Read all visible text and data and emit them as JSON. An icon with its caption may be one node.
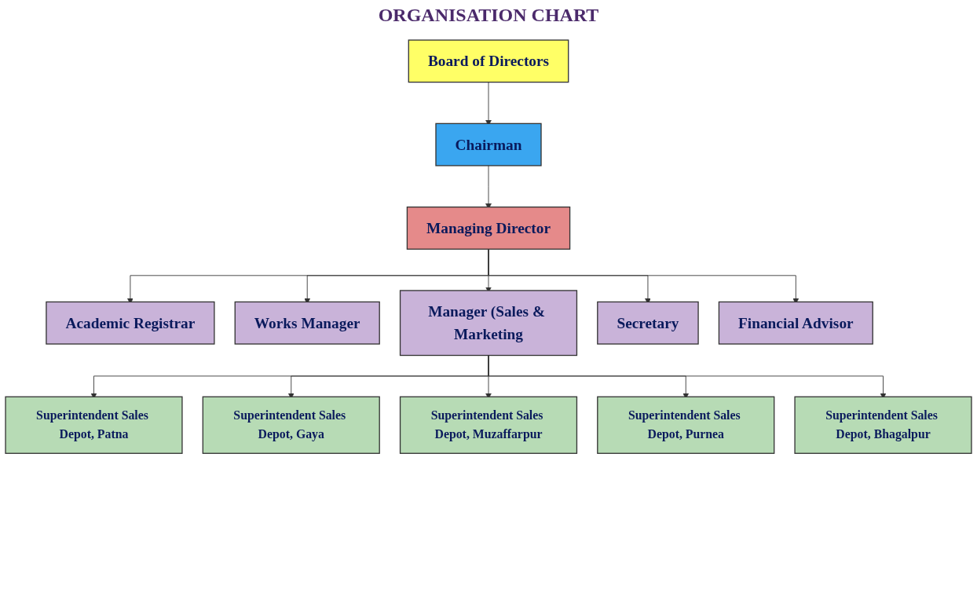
{
  "diagram": {
    "title": "ORGANISATION CHART",
    "nodes": [
      {
        "text": [
          "Board of Directors"
        ]
      },
      {
        "text": [
          "Chairman"
        ]
      },
      {
        "text": [
          "Managing Director"
        ]
      },
      {
        "text": [
          "Academic Registrar"
        ]
      },
      {
        "text": [
          "Works Manager"
        ]
      },
      {
        "text": [
          "Manager (Sales & Marketing"
        ]
      },
      {
        "text": [
          "Secretary"
        ]
      },
      {
        "text": [
          "Financial Advisor"
        ]
      },
      {
        "text": [
          "Superintendent Sales Depot, Patna"
        ]
      },
      {
        "text": [
          "Superintendent Sales Depot, Gaya"
        ]
      },
      {
        "text": [
          "Superintendent Sales Depot, Muzaffarpur"
        ]
      },
      {
        "text": [
          "Superintendent Sales Depot, Purnea"
        ]
      },
      {
        "text": [
          "Superintendent Sales Depot, Bhagalpur"
        ]
      }
    ],
    "edges": [
      {
        "from": 0,
        "to": 1,
        "arrow": "to"
      },
      {
        "from": 1,
        "to": 2,
        "arrow": "to"
      },
      {
        "from": 2,
        "to": 3,
        "arrow": "to"
      },
      {
        "from": 2,
        "to": 4,
        "arrow": "to"
      },
      {
        "from": 2,
        "to": 5,
        "arrow": "to"
      },
      {
        "from": 2,
        "to": 6,
        "arrow": "to"
      },
      {
        "from": 2,
        "to": 7,
        "arrow": "to"
      },
      {
        "from": 5,
        "to": 8,
        "arrow": "to"
      },
      {
        "from": 5,
        "to": 9,
        "arrow": "to"
      },
      {
        "from": 5,
        "to": 10,
        "arrow": "to"
      },
      {
        "from": 5,
        "to": 11,
        "arrow": "to"
      },
      {
        "from": 5,
        "to": 12,
        "arrow": "to"
      }
    ]
  }
}
